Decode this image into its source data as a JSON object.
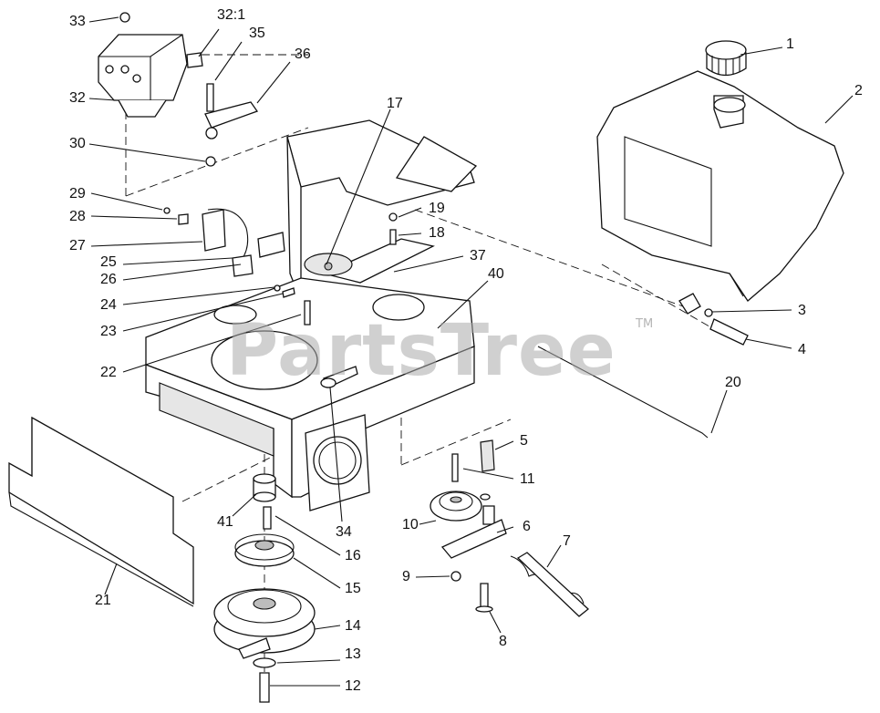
{
  "watermark": {
    "text": "PartsTree",
    "trademark": "TM"
  },
  "callouts": [
    {
      "id": "33",
      "label": "33"
    },
    {
      "id": "32-1",
      "label": "32:1"
    },
    {
      "id": "35",
      "label": "35"
    },
    {
      "id": "36",
      "label": "36"
    },
    {
      "id": "32",
      "label": "32"
    },
    {
      "id": "30",
      "label": "30"
    },
    {
      "id": "17",
      "label": "17"
    },
    {
      "id": "29",
      "label": "29"
    },
    {
      "id": "28",
      "label": "28"
    },
    {
      "id": "19",
      "label": "19"
    },
    {
      "id": "18",
      "label": "18"
    },
    {
      "id": "27",
      "label": "27"
    },
    {
      "id": "25",
      "label": "25"
    },
    {
      "id": "26",
      "label": "26"
    },
    {
      "id": "37",
      "label": "37"
    },
    {
      "id": "40",
      "label": "40"
    },
    {
      "id": "24",
      "label": "24"
    },
    {
      "id": "23",
      "label": "23"
    },
    {
      "id": "22",
      "label": "22"
    },
    {
      "id": "1",
      "label": "1"
    },
    {
      "id": "2",
      "label": "2"
    },
    {
      "id": "3",
      "label": "3"
    },
    {
      "id": "4",
      "label": "4"
    },
    {
      "id": "20",
      "label": "20"
    },
    {
      "id": "5",
      "label": "5"
    },
    {
      "id": "11",
      "label": "11"
    },
    {
      "id": "10",
      "label": "10"
    },
    {
      "id": "6",
      "label": "6"
    },
    {
      "id": "7",
      "label": "7"
    },
    {
      "id": "9",
      "label": "9"
    },
    {
      "id": "8",
      "label": "8"
    },
    {
      "id": "41",
      "label": "41"
    },
    {
      "id": "34",
      "label": "34"
    },
    {
      "id": "16",
      "label": "16"
    },
    {
      "id": "15",
      "label": "15"
    },
    {
      "id": "14",
      "label": "14"
    },
    {
      "id": "13",
      "label": "13"
    },
    {
      "id": "12",
      "label": "12"
    },
    {
      "id": "21",
      "label": "21"
    }
  ]
}
